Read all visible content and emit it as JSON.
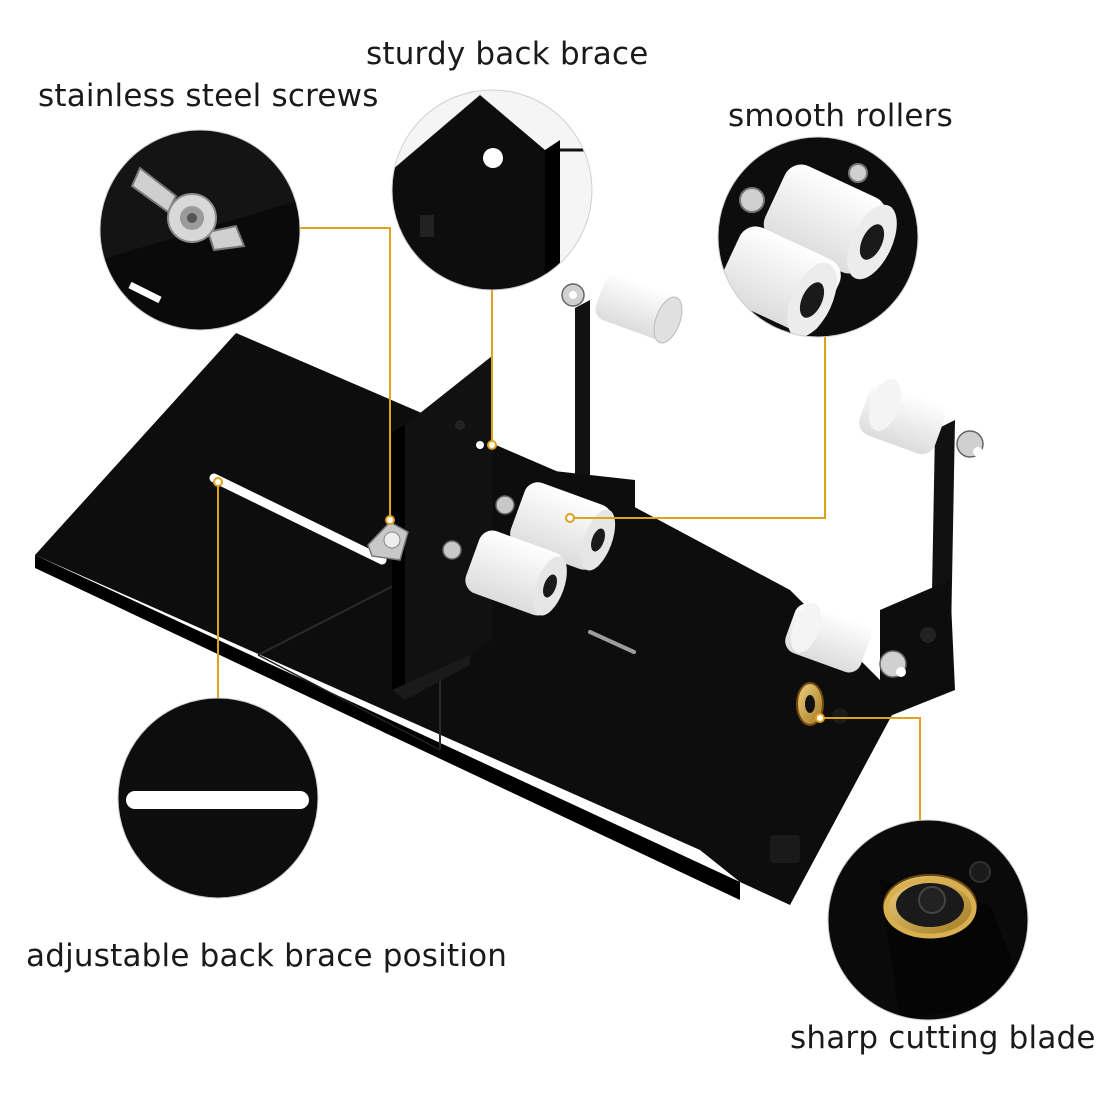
{
  "callouts": {
    "screws": "stainless steel screws",
    "brace": "sturdy back brace",
    "rollers": "smooth rollers",
    "position": "adjustable back brace position",
    "blade": "sharp cutting blade"
  },
  "colors": {
    "leader_line": "#e0a020",
    "product_black": "#0d0d0d",
    "roller_white": "#f2f2f2",
    "brass": "#c8a040"
  },
  "icons": {
    "wing_nut": "wing-nut-icon",
    "cap_nut": "cap-nut-icon",
    "blade_wheel": "cutting-wheel-icon"
  }
}
